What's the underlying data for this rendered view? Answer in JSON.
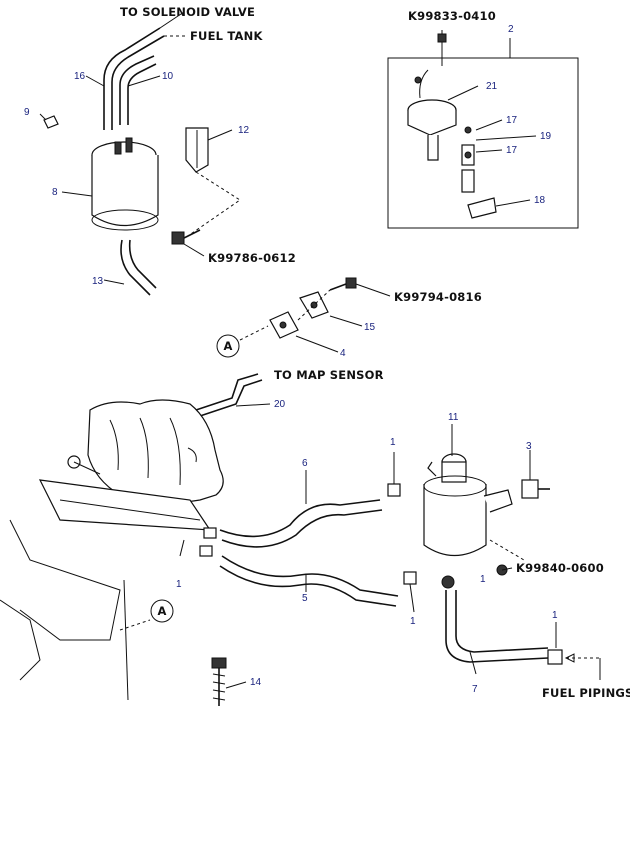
{
  "labels": {
    "to_solenoid_valve": "TO SOLENOID VALVE",
    "fuel_tank": "FUEL TANK",
    "to_map_sensor": "TO MAP SENSOR",
    "fuel_pipings": "FUEL PIPINGS"
  },
  "codes": {
    "k99833": "K99833-0410",
    "k99786": "K99786-0612",
    "k99794": "K99794-0816",
    "k99840": "K99840-0600"
  },
  "callouts": {
    "c1a": "1",
    "c1b": "1",
    "c1c": "1",
    "c1d": "1",
    "c1e": "1",
    "c2": "2",
    "c3": "3",
    "c4": "4",
    "c5": "5",
    "c6": "6",
    "c7": "7",
    "c8": "8",
    "c9": "9",
    "c10": "10",
    "c11": "11",
    "c12": "12",
    "c13": "13",
    "c14": "14",
    "c15": "15",
    "c16": "16",
    "c17a": "17",
    "c17b": "17",
    "c18": "18",
    "c19": "19",
    "c20": "20",
    "c21": "21"
  },
  "refs": {
    "a1": "A",
    "a2": "A"
  },
  "colors": {
    "line": "#111111",
    "callout": "#1a237e"
  }
}
